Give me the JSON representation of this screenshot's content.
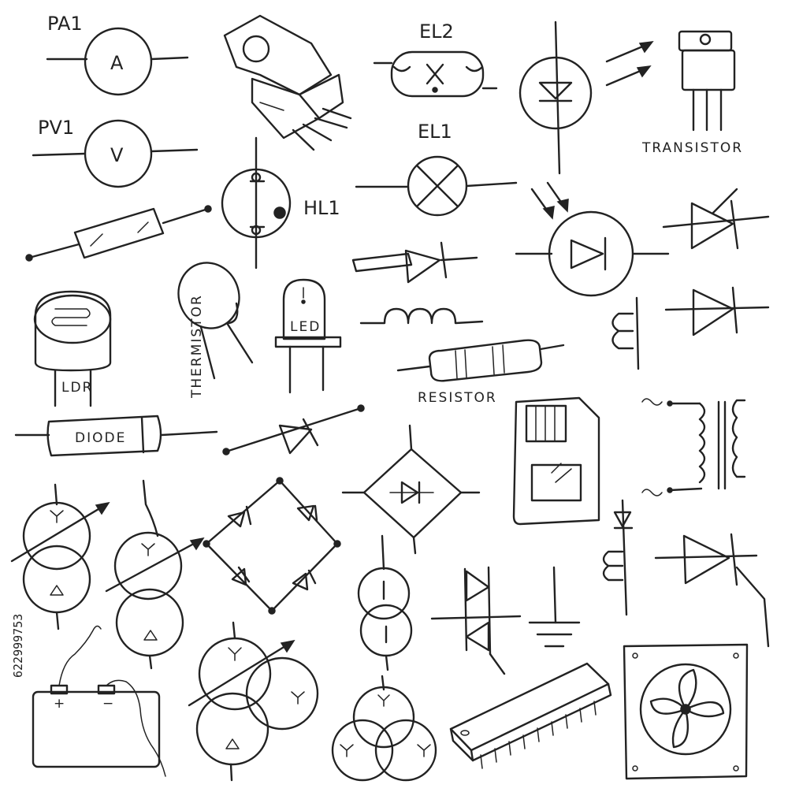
{
  "labels": {
    "pa1": "PA1",
    "ammeter": "A",
    "pv1": "PV1",
    "voltmeter": "V",
    "el2": "EL2",
    "el1": "EL1",
    "hl1": "HL1",
    "transistor": "TRANSISTOR",
    "thermistor": "THERMISTOR",
    "led": "LED",
    "ldr": "LDR",
    "resistor": "RESISTOR",
    "diode": "DIODE"
  },
  "stock_id": "622999753",
  "ink_color": "#222222",
  "background_color": "#ffffff"
}
